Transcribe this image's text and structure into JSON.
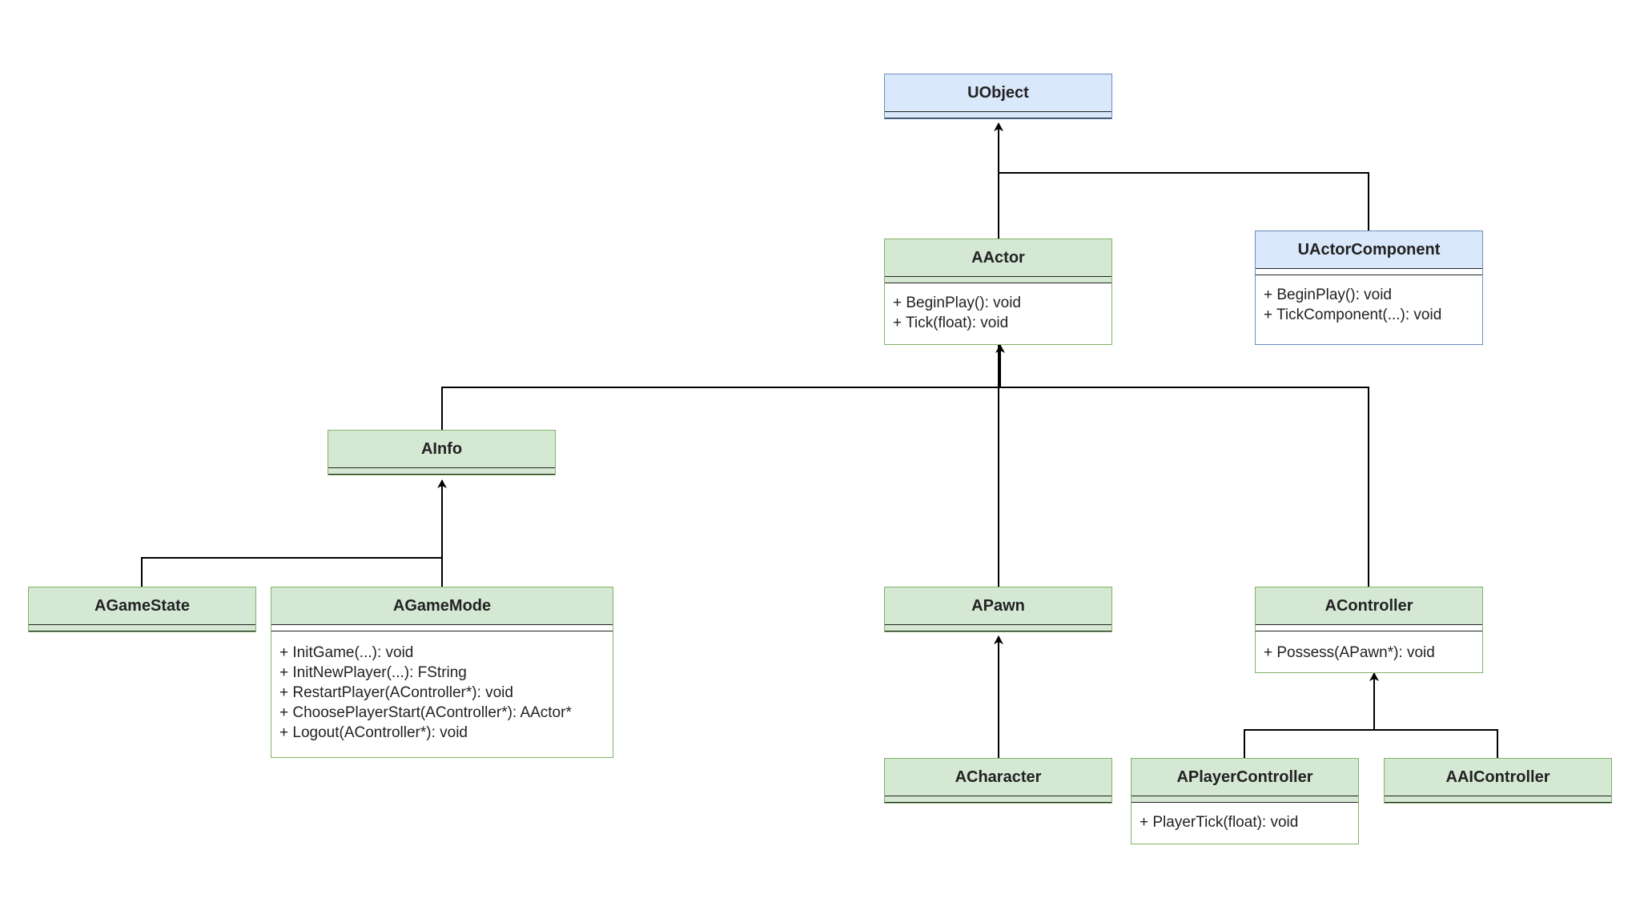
{
  "colors": {
    "green_fill": "#d5e8d4",
    "green_stroke": "#82b366",
    "blue_fill": "#dae8fc",
    "blue_stroke": "#6c8ebf",
    "line": "#000000"
  },
  "classes": {
    "uobject": {
      "name": "UObject",
      "operations": []
    },
    "aactor": {
      "name": "AActor",
      "operations": [
        "+ BeginPlay(): void",
        "+ Tick(float): void"
      ]
    },
    "uactorcomponent": {
      "name": "UActorComponent",
      "operations": [
        "+ BeginPlay(): void",
        "+ TickComponent(...): void"
      ]
    },
    "ainfo": {
      "name": "AInfo",
      "operations": []
    },
    "agamestate": {
      "name": "AGameState",
      "operations": []
    },
    "agamemode": {
      "name": "AGameMode",
      "operations": [
        "+ InitGame(...): void",
        "+ InitNewPlayer(...): FString",
        "+ RestartPlayer(AController*): void",
        "+ ChoosePlayerStart(AController*): AActor*",
        "+ Logout(AController*): void"
      ]
    },
    "apawn": {
      "name": "APawn",
      "operations": []
    },
    "acontroller": {
      "name": "AController",
      "operations": [
        "+ Possess(APawn*): void"
      ]
    },
    "acharacter": {
      "name": "ACharacter",
      "operations": []
    },
    "aplayercontroller": {
      "name": "APlayerController",
      "operations": [
        "+ PlayerTick(float): void"
      ]
    },
    "aaicontroller": {
      "name": "AAIController",
      "operations": []
    }
  },
  "inheritance": [
    {
      "child": "AActor",
      "parent": "UObject"
    },
    {
      "child": "UActorComponent",
      "parent": "UObject"
    },
    {
      "child": "AInfo",
      "parent": "AActor"
    },
    {
      "child": "APawn",
      "parent": "AActor"
    },
    {
      "child": "AController",
      "parent": "AActor"
    },
    {
      "child": "AGameState",
      "parent": "AInfo"
    },
    {
      "child": "AGameMode",
      "parent": "AInfo"
    },
    {
      "child": "ACharacter",
      "parent": "APawn"
    },
    {
      "child": "APlayerController",
      "parent": "AController"
    },
    {
      "child": "AAIController",
      "parent": "AController"
    }
  ]
}
